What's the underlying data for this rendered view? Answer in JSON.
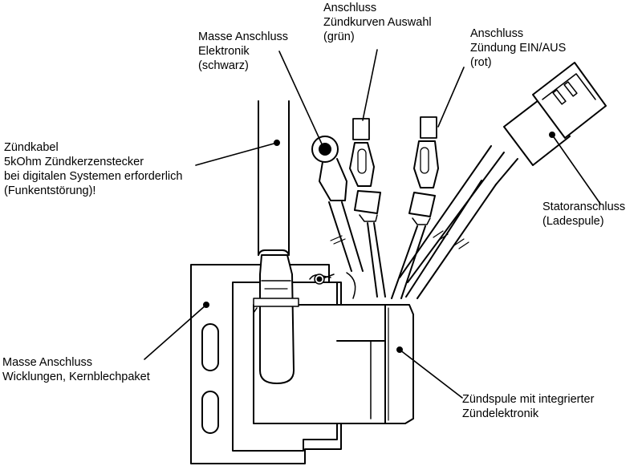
{
  "labels": {
    "masse_elektronik": [
      "Masse Anschluss",
      "Elektronik",
      "(schwarz)"
    ],
    "zuendkurven": [
      "Anschluss",
      "Zündkurven Auswahl",
      "(grün)"
    ],
    "zuendung": [
      "Anschluss",
      "Zündung EIN/AUS",
      "(rot)"
    ],
    "zuendkabel": [
      "Zündkabel",
      "5kOhm Zündkerzenstecker",
      "bei digitalen Systemen erforderlich",
      "(Funkentstörung)!"
    ],
    "stator": [
      "Statoranschluss",
      "(Ladespule)"
    ],
    "masse_wicklungen": [
      "Masse Anschluss",
      "Wicklungen, Kernblechpaket"
    ],
    "zuendspule": [
      "Zündspule mit integrierter",
      "Zündelektronik"
    ]
  },
  "colors": {
    "line": "#000000",
    "background": "#ffffff"
  }
}
